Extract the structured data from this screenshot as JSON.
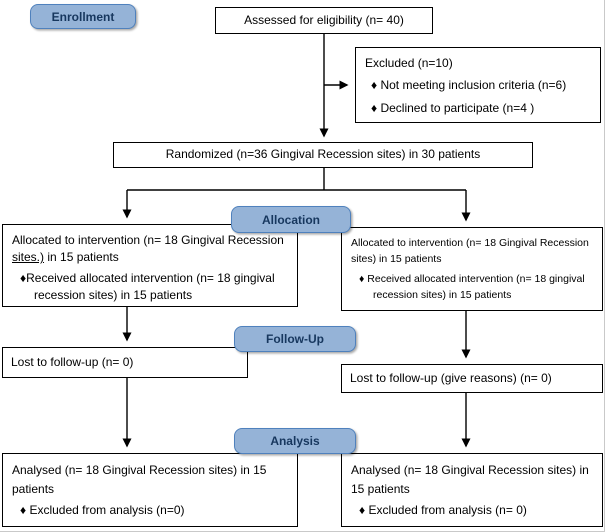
{
  "diagram": {
    "badges": {
      "enrollment": "Enrollment",
      "allocation": "Allocation",
      "followup": "Follow-Up",
      "analysis": "Analysis"
    },
    "colors": {
      "badge_fill": "#95B3D7",
      "badge_border": "#4F81BD",
      "badge_text": "#17375E",
      "box_border": "#000000",
      "arrow_color": "#000000"
    },
    "boxes": {
      "assessed": "Assessed for eligibility (n= 40)",
      "excluded": {
        "title": "Excluded (n=10)",
        "items": [
          "♦  Not meeting inclusion criteria (n=6)",
          "♦  Declined to participate (n=4 )"
        ]
      },
      "randomized": "Randomized (n=36 Gingival Recession sites) in 30 patients",
      "alloc_left": {
        "title_pre": "Allocated to intervention (n= 18 Gingival Recession ",
        "title_underlined": "sites.)",
        "title_post": " in 15 patients",
        "bullet": "♦Received allocated intervention (n=  18 gingival recession sites) in 15 patients"
      },
      "alloc_right": {
        "title": "Allocated to intervention (n= 18 Gingival Recession sites) in 15 patients",
        "bullet": "♦ Received allocated intervention (n= 18 gingival recession sites) in 15 patients"
      },
      "followup_left": "Lost to follow-up (n= 0)",
      "followup_right": "Lost to follow-up (give reasons) (n= 0)",
      "analysis_left": {
        "title": "Analysed (n= 18 Gingival Recession sites) in 15 patients",
        "bullet": "♦ Excluded from analysis (n=0)"
      },
      "analysis_right": {
        "title": "Analysed (n= 18 Gingival Recession sites) in 15 patients",
        "bullet": "♦ Excluded from analysis (n= 0)"
      }
    }
  }
}
